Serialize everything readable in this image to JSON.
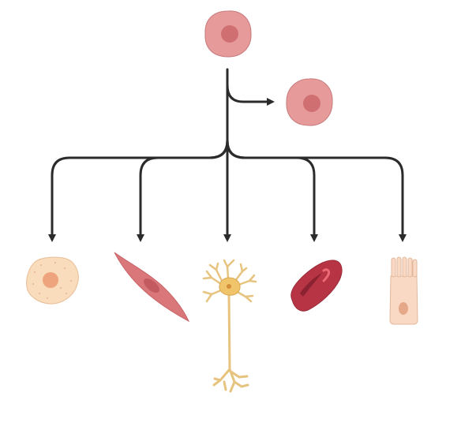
{
  "diagram": {
    "kind": "stem-cell-differentiation",
    "colors": {
      "arrow": "#2b2b2b",
      "stem_cell_fill": "#e79a9a",
      "stem_cell_nucleus": "#d06f72",
      "fat_cell_fill": "#f9dcbc",
      "fat_cell_nucleus": "#eea47d",
      "muscle_cell_fill": "#d9777a",
      "muscle_cell_nucleus": "#c35a60",
      "neuron_fill": "#e6c47f",
      "neuron_body": "#efc46a",
      "red_blood_cell_fill": "#b73444",
      "red_blood_cell_highlight": "#ea6a76",
      "epithelial_cell_fill": "#f9d9c3",
      "epithelial_cell_nucleus": "#e5a989"
    },
    "nodes": [
      {
        "id": "stem-cell",
        "icon": "stem-cell-icon"
      },
      {
        "id": "self-renewed-stem-cell",
        "icon": "stem-cell-icon"
      },
      {
        "id": "fat-cell",
        "icon": "fat-cell-icon"
      },
      {
        "id": "smooth-muscle-cell",
        "icon": "muscle-cell-icon"
      },
      {
        "id": "neuron",
        "icon": "neuron-icon"
      },
      {
        "id": "red-blood-cell",
        "icon": "red-blood-cell-icon"
      },
      {
        "id": "epithelial-cell",
        "icon": "epithelial-cell-icon"
      }
    ],
    "edges": [
      {
        "from": "stem-cell",
        "to": "self-renewed-stem-cell"
      },
      {
        "from": "stem-cell",
        "to": "fat-cell"
      },
      {
        "from": "stem-cell",
        "to": "smooth-muscle-cell"
      },
      {
        "from": "stem-cell",
        "to": "neuron"
      },
      {
        "from": "stem-cell",
        "to": "red-blood-cell"
      },
      {
        "from": "stem-cell",
        "to": "epithelial-cell"
      }
    ]
  }
}
